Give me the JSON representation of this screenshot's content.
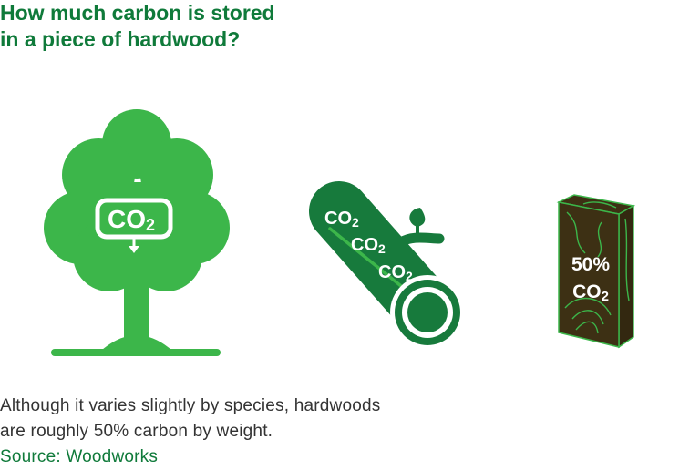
{
  "title": {
    "line1": "How much carbon is stored",
    "line2": "in a piece of hardwood?"
  },
  "tree": {
    "label": "CO",
    "sub": "2"
  },
  "log": {
    "labels": [
      {
        "text": "CO",
        "sub": "2"
      },
      {
        "text": "CO",
        "sub": "2"
      },
      {
        "text": "CO",
        "sub": "2"
      }
    ]
  },
  "block": {
    "percent": "50%",
    "label": "CO",
    "sub": "2"
  },
  "caption": {
    "line1": "Although it varies slightly by species, hardwoods",
    "line2_main": "are roughly 50% carbon by weight. ",
    "line2_source": "Source: Woodworks"
  },
  "colors": {
    "brand_green": "#0f7a3a",
    "tree_green": "#3cb64a",
    "log_green": "#177a3c",
    "block_brown": "#3d3014"
  },
  "icons": [
    "tree-icon",
    "log-icon",
    "leaf-icon",
    "wood-block-icon",
    "arrow-down-icon"
  ]
}
